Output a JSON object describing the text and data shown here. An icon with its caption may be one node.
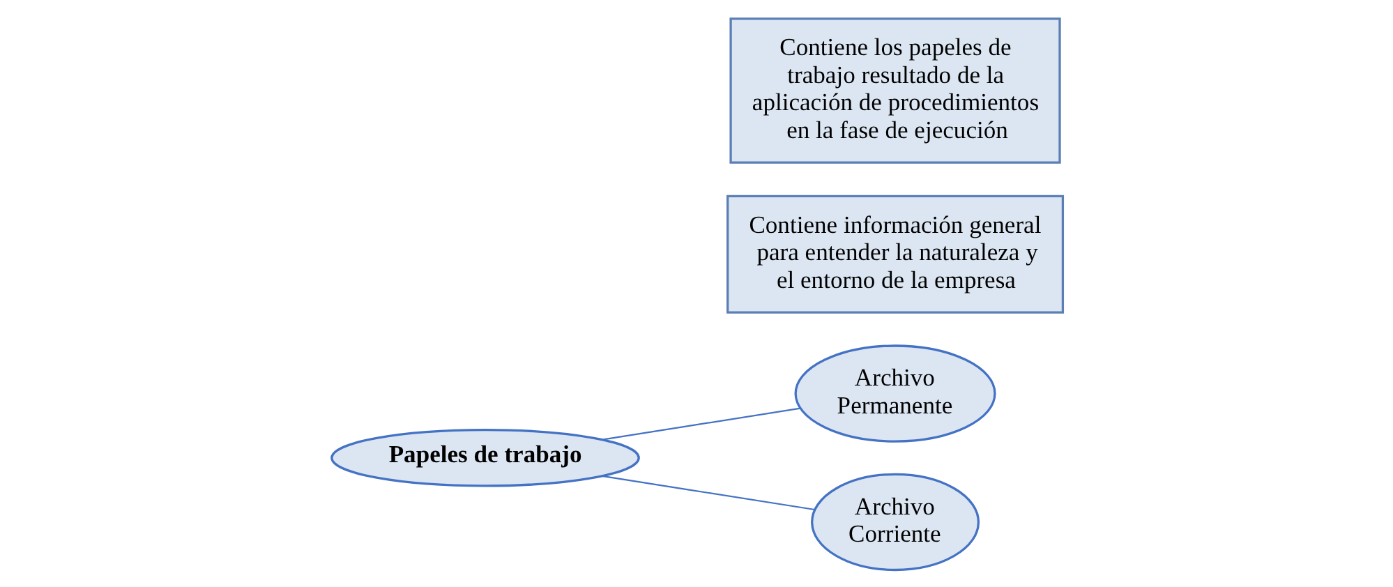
{
  "diagram": {
    "nodes": [
      {
        "text": [
          "Papeles de trabajo"
        ]
      },
      {
        "text": [
          "Archivo Permanente"
        ]
      },
      {
        "text": [
          "Contiene información general para entender la naturaleza y el entorno de la empresa"
        ]
      },
      {
        "text": [
          "Archivo Corriente"
        ]
      },
      {
        "text": [
          "Contiene los papeles de trabajo resultado de la aplicación de procedimientos en la fase de ejecución"
        ]
      }
    ],
    "edges": [
      {
        "from": 0,
        "to": 1,
        "arrow": "none"
      },
      {
        "from": 0,
        "to": 3,
        "arrow": "none"
      }
    ]
  }
}
